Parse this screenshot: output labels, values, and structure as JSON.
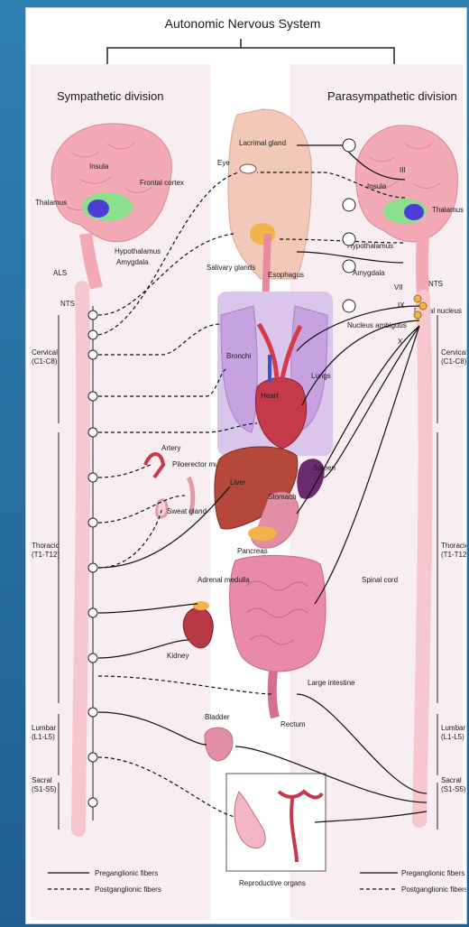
{
  "title": "Autonomic Nervous System",
  "divisions": {
    "sympathetic": "Sympathetic division",
    "parasympathetic": "Parasympathetic division"
  },
  "brain_left": {
    "insula": "Insula",
    "frontal": "Frontal cortex",
    "thalamus": "Thalamus",
    "hypothalamus": "Hypothalamus",
    "amygdala": "Amygdala",
    "als": "ALS",
    "nts": "NTS"
  },
  "brain_right": {
    "cn_iii": "III",
    "insula": "Insula",
    "thalamus": "Thalamus",
    "hypothalamus": "Hypothalamus",
    "amygdala": "Amygdala",
    "cn_vii": "VII",
    "nts": "NTS",
    "cn_ix": "IX",
    "dorsal": "Dorsal nucleus",
    "ambiguus": "Nucleus ambiguus",
    "cn_x": "X"
  },
  "organs": {
    "lacrimal": "Lacrimal gland",
    "eye": "Eye",
    "salivary": "Salivary glands",
    "esophagus": "Esophagus",
    "bronchi": "Bronchi",
    "lungs": "Lungs",
    "heart": "Heart",
    "artery": "Artery",
    "piloerector": "Piloerector muscle",
    "sweat": "Sweat gland",
    "liver": "Liver",
    "spleen": "Spleen",
    "stomach": "Stomach",
    "pancreas": "Pancreas",
    "adrenal": "Adrenal medulla",
    "kidney": "Kidney",
    "large_int": "Large intestine",
    "bladder": "Bladder",
    "rectum": "Rectum",
    "repro": "Reproductive organs",
    "spinal": "Spinal cord"
  },
  "spinal_regions": [
    {
      "name": "Cervical",
      "range": "(C1-C8)"
    },
    {
      "name": "Thoracic",
      "range": "(T1-T12)"
    },
    {
      "name": "Lumbar",
      "range": "(L1-L5)"
    },
    {
      "name": "Sacral",
      "range": "(S1-S5)"
    }
  ],
  "legend": {
    "pre": "Preganglionic fibers",
    "post": "Postganglionic fibers"
  },
  "colors": {
    "brain": "#f3a9b6",
    "spinal": "#f6c7cf",
    "panel": "#f7eef2",
    "organ_red": "#c43a4a",
    "liver": "#b5483a",
    "lung": "#c6a3e0",
    "gland": "#f3b24a",
    "fiber": "#111111"
  }
}
